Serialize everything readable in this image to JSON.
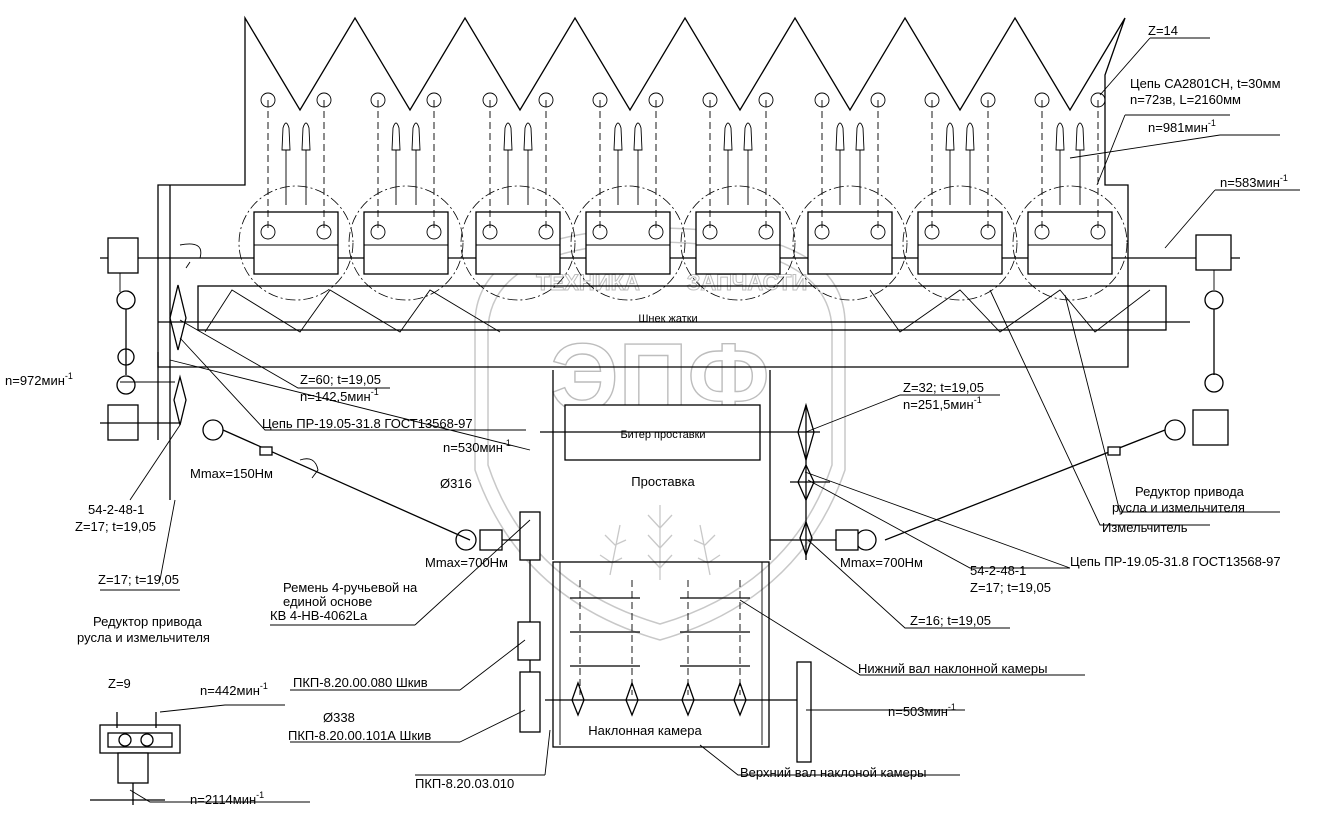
{
  "watermark": {
    "brand": "ЭПФ",
    "line_left": "ТЕХНИКА",
    "line_right": "ЗАПЧАСТИ"
  },
  "labels": {
    "z14": "Z=14",
    "chain_top_1": "Цепь СА2801СН, t=30мм",
    "chain_top_2": "n=72зв, L=2160мм",
    "n981": "n=981мин",
    "n583": "n=583мин",
    "shnek": "Шнек жатки",
    "n972": "n=972мин",
    "z60": "Z=60; t=19,05",
    "n142": "n=142,5мин",
    "z32": "Z=32; t=19,05",
    "n251": "n=251,5мин",
    "chain_left": "Цепь ПР-19.05-31.8 ГОСТ13568-97",
    "n530": "n=530мин",
    "biter": "Битер проставки",
    "prostavka": "Проставка",
    "mmax150": "Mmax=150Нм",
    "d316": "Ø316",
    "reducer_right_1": "Редуктор привода",
    "reducer_right_2": "русла и измельчителя",
    "izmelchitel": "Измельчитель",
    "part_left_1": "54-2-48-1",
    "part_left_2": "Z=17; t=19,05",
    "mmax700_left": "Mmax=700Нм",
    "mmax700_right": "Mmax=700Нм",
    "chain_right": "Цепь ПР-19.05-31.8 ГОСТ13568-97",
    "part_right_1": "54-2-48-1",
    "part_right_2": "Z=17; t=19,05",
    "z17_left": "Z=17; t=19,05",
    "belt_1": "Ремень 4-ручьевой на",
    "belt_2": "единой основе",
    "belt_3": "КВ 4-НВ-4062La",
    "reducer_left_1": "Редуктор привода",
    "reducer_left_2": "русла и измельчителя",
    "z16": "Z=16; t=19,05",
    "pkp_080": "ПКП-8.20.00.080 Шкив",
    "lower_shaft": "Нижний вал наклонной камеры",
    "z9": "Z=9",
    "n442": "n=442мин",
    "d338": "Ø338",
    "pkp_101a": "ПКП-8.20.00.101А Шкив",
    "n503": "n=503мин",
    "inclined": "Наклонная камера",
    "pkp_010": "ПКП-8.20.03.010",
    "upper_shaft": "Верхний вал наклоной камеры",
    "n2114": "n=2114мин",
    "exp": "-1"
  }
}
